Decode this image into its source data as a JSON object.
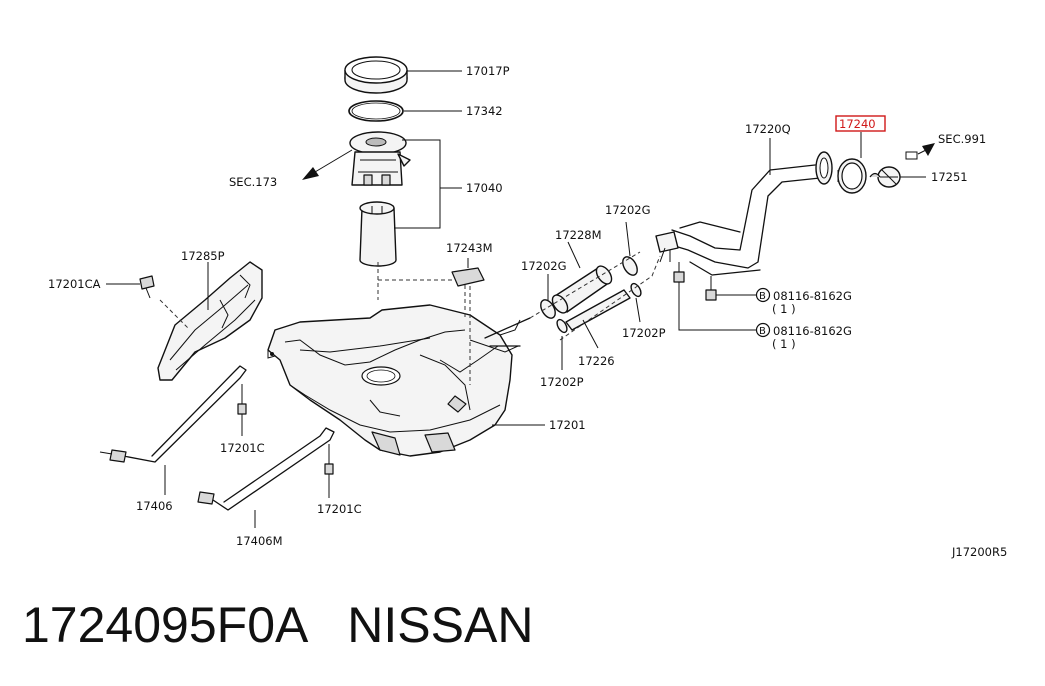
{
  "diagram": {
    "highlight_color": "#d01818",
    "callouts": {
      "p17017P": "17017P",
      "p17342": "17342",
      "p17040": "17040",
      "sec173": "SEC.173",
      "p17243M": "17243M",
      "p17285P": "17285P",
      "p17201CA": "17201CA",
      "p17201C_a": "17201C",
      "p17406": "17406",
      "p17201C_b": "17201C",
      "p17406M": "17406M",
      "p17220Q": "17220Q",
      "p17240": "17240",
      "sec991": "SEC.991",
      "p17251": "17251",
      "p17202G_a": "17202G",
      "p17228M": "17228M",
      "p17202G_b": "17202G",
      "bolt_a": "08116-8162G",
      "bolt_a_qty": "( 1 )",
      "bolt_b": "08116-8162G",
      "bolt_b_qty": "( 1 )",
      "bolt_symbol": "B",
      "p17202P_a": "17202P",
      "p17226": "17226",
      "p17202P_b": "17202P",
      "p17201": "17201",
      "diagram_code": "J17200R5"
    }
  },
  "caption": {
    "part_number": "1724095F0A",
    "brand": "NISSAN"
  }
}
